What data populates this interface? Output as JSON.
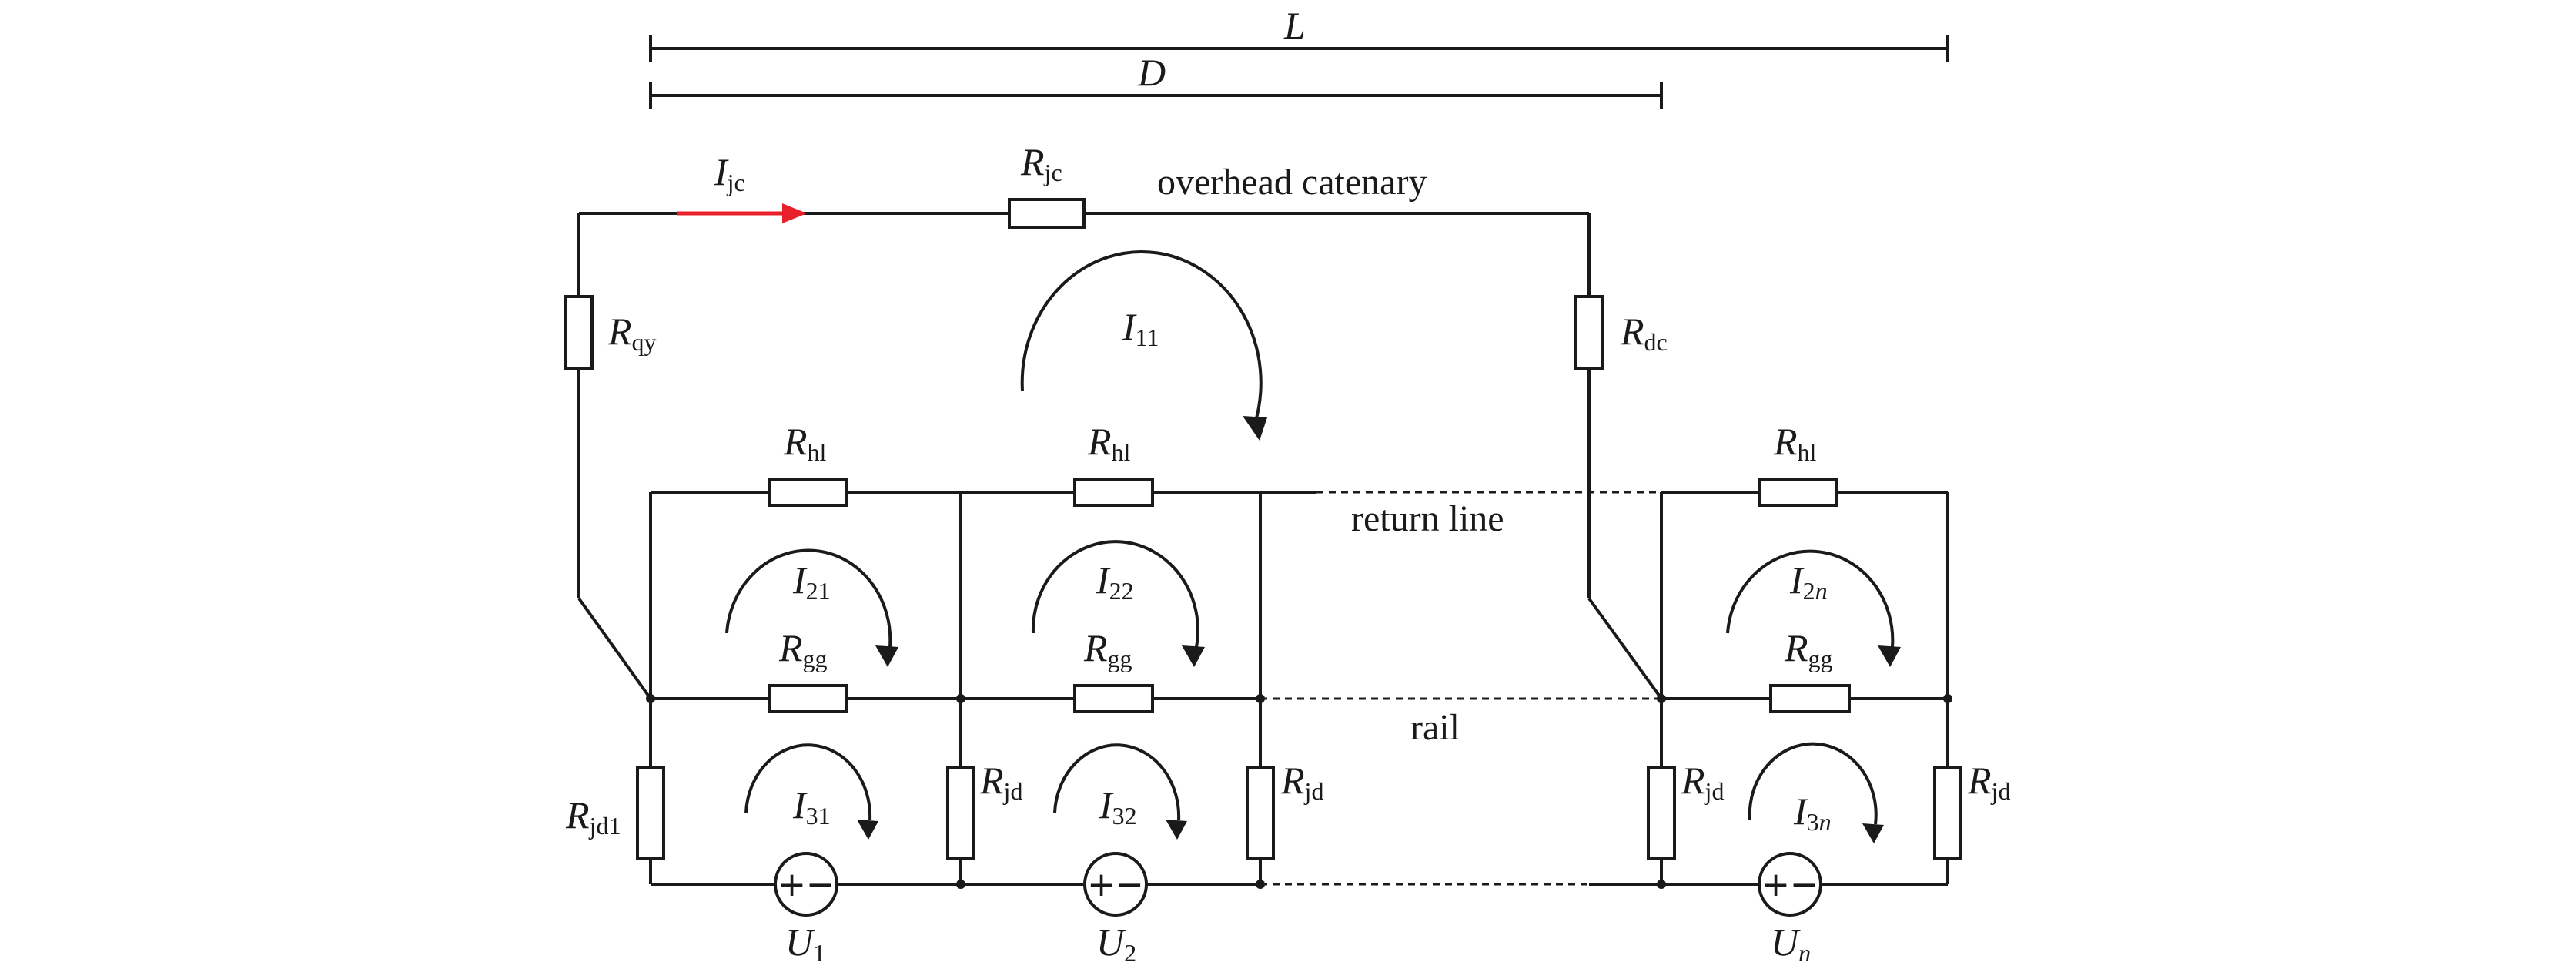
{
  "colors": {
    "line": "#1a1a1a",
    "current_arrow": "#e8202a",
    "background": "#ffffff"
  },
  "dimensions": {
    "L": "L",
    "D": "D"
  },
  "wires": {
    "overhead": "overhead catenary",
    "return": "return line",
    "rail": "rail"
  },
  "labels": {
    "Ijc": {
      "main": "I",
      "sub": "jc"
    },
    "Rjc": {
      "main": "R",
      "sub": "jc"
    },
    "Rqy": {
      "main": "R",
      "sub": "qy"
    },
    "Rdc": {
      "main": "R",
      "sub": "dc"
    },
    "I11": {
      "main": "I",
      "sub": "11"
    },
    "Rhl1": {
      "main": "R",
      "sub": "hl"
    },
    "Rhl2": {
      "main": "R",
      "sub": "hl"
    },
    "Rhl3": {
      "main": "R",
      "sub": "hl"
    },
    "I21": {
      "main": "I",
      "sub": "21"
    },
    "I22": {
      "main": "I",
      "sub": "22"
    },
    "I2n": {
      "main": "I",
      "sub": "2",
      "subi": "n"
    },
    "Rgg1": {
      "main": "R",
      "sub": "gg"
    },
    "Rgg2": {
      "main": "R",
      "sub": "gg"
    },
    "Rgg3": {
      "main": "R",
      "sub": "gg"
    },
    "Rjd1": {
      "main": "R",
      "sub": "jd1"
    },
    "Rjd2": {
      "main": "R",
      "sub": "jd"
    },
    "Rjd3": {
      "main": "R",
      "sub": "jd"
    },
    "Rjd4": {
      "main": "R",
      "sub": "jd"
    },
    "Rjd5": {
      "main": "R",
      "sub": "jd"
    },
    "I31": {
      "main": "I",
      "sub": "31"
    },
    "I32": {
      "main": "I",
      "sub": "32"
    },
    "I3n": {
      "main": "I",
      "sub": "3",
      "subi": "n"
    },
    "U1": {
      "main": "U",
      "sub": "1"
    },
    "U2": {
      "main": "U",
      "sub": "2"
    },
    "Un": {
      "main": "U",
      "subi": "n"
    }
  },
  "source_symbol": "+−"
}
